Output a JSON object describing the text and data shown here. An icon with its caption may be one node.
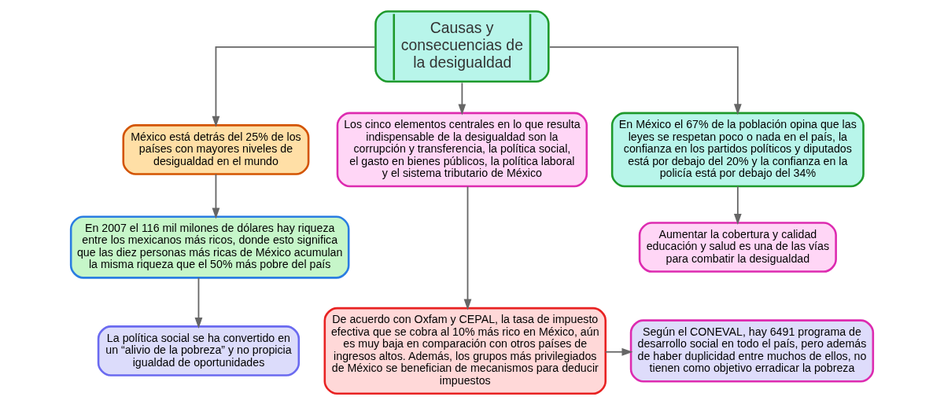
{
  "diagram": {
    "nodes": [
      {
        "text": [
          "Causas y consecuencias de la desigualdad"
        ]
      },
      {
        "text": [
          "México está detrás del 25% de los países con mayores niveles de desigualdad en el mundo"
        ]
      },
      {
        "text": [
          "En 2007 el 116 mil milones de dólares hay riqueza entre los mexicanos más ricos, donde esto significa que las diez personas más ricas de México acumulan la misma riqueza que el 50% más pobre del país"
        ]
      },
      {
        "text": [
          "La política social se ha convertido en un “alivio de la pobreza” y no propicia igualdad de oportunidades"
        ]
      },
      {
        "text": [
          "Los cinco elementos centrales en lo que resulta indispensable de la desigualdad son la corrupción y transferencia, la política social, el gasto en bienes públicos, la política laboral y el sistema tributario de México"
        ]
      },
      {
        "text": [
          "De acuerdo con Oxfam y CEPAL, la tasa de impuesto efectiva que se cobra al 10% más rico en México, aún es muy baja en comparación con otros países de ingresos altos. Además, los grupos más privilegiados de México se benefician de mecanismos para deducir impuestos"
        ]
      },
      {
        "text": [
          "Según el CONEVAL, hay 6491 programa de desarrollo social en todo el país, pero además de haber duplicidad entre muchos de ellos, no tienen como objetivo erradicar la pobreza"
        ]
      },
      {
        "text": [
          "En México el 67% de la población opina que las leyes se respetan poco o nada en el país, la confianza en los partidos políticos y diputados está por debajo del 20% y la confianza en la policía está por debajo del 34%"
        ]
      },
      {
        "text": [
          "Aumentar la cobertura y calidad educación y salud es una de las vías para combatir la desigualdad"
        ]
      }
    ],
    "edges": [
      {
        "from": 0,
        "to": 1,
        "arrow": "to"
      },
      {
        "from": 0,
        "to": 4,
        "arrow": "to"
      },
      {
        "from": 0,
        "to": 7,
        "arrow": "to"
      },
      {
        "from": 1,
        "to": 2,
        "arrow": "to"
      },
      {
        "from": 2,
        "to": 3,
        "arrow": "to"
      },
      {
        "from": 4,
        "to": 5,
        "arrow": "to"
      },
      {
        "from": 5,
        "to": 6,
        "arrow": "to"
      },
      {
        "from": 7,
        "to": 8,
        "arrow": "to"
      }
    ]
  }
}
